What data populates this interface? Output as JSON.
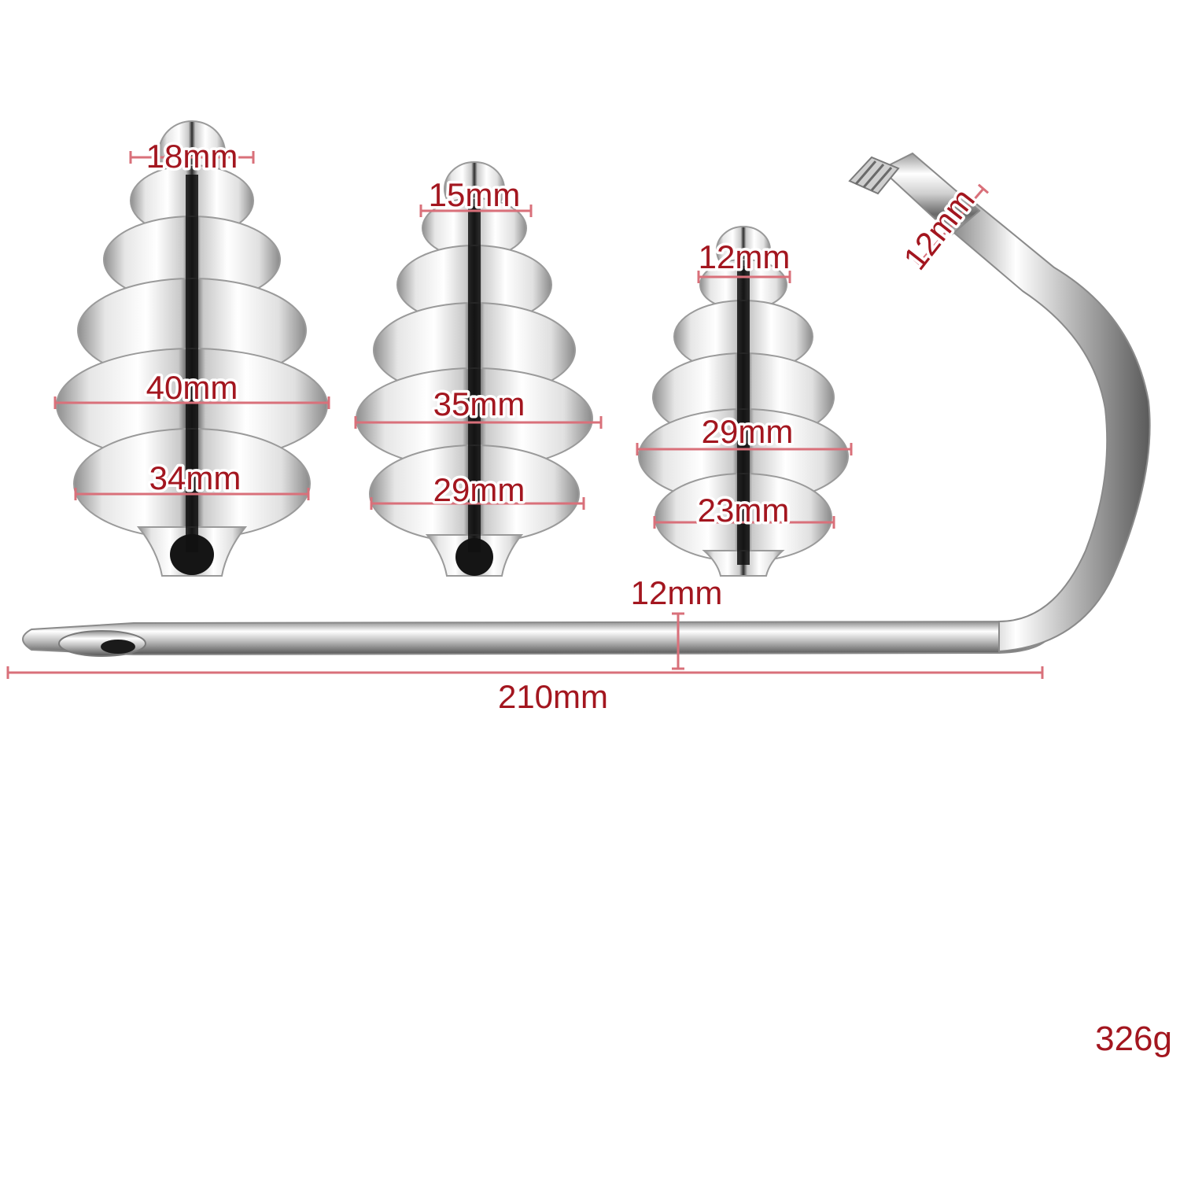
{
  "colors": {
    "label": "#a3161f",
    "line": "#d9707a",
    "chrome_light": "#f4f4f4",
    "chrome_mid": "#b9b9b9",
    "chrome_dark": "#1a1a1a"
  },
  "plugs": {
    "large": {
      "top": "18mm",
      "widest": "40mm",
      "lower": "34mm"
    },
    "medium": {
      "top": "15mm",
      "widest": "35mm",
      "lower": "29mm"
    },
    "small": {
      "top": "12mm",
      "widest": "29mm",
      "lower": "23mm"
    }
  },
  "hook": {
    "tip_diameter": "12mm",
    "shaft_diameter": "12mm",
    "length": "210mm"
  },
  "weight": "326g"
}
